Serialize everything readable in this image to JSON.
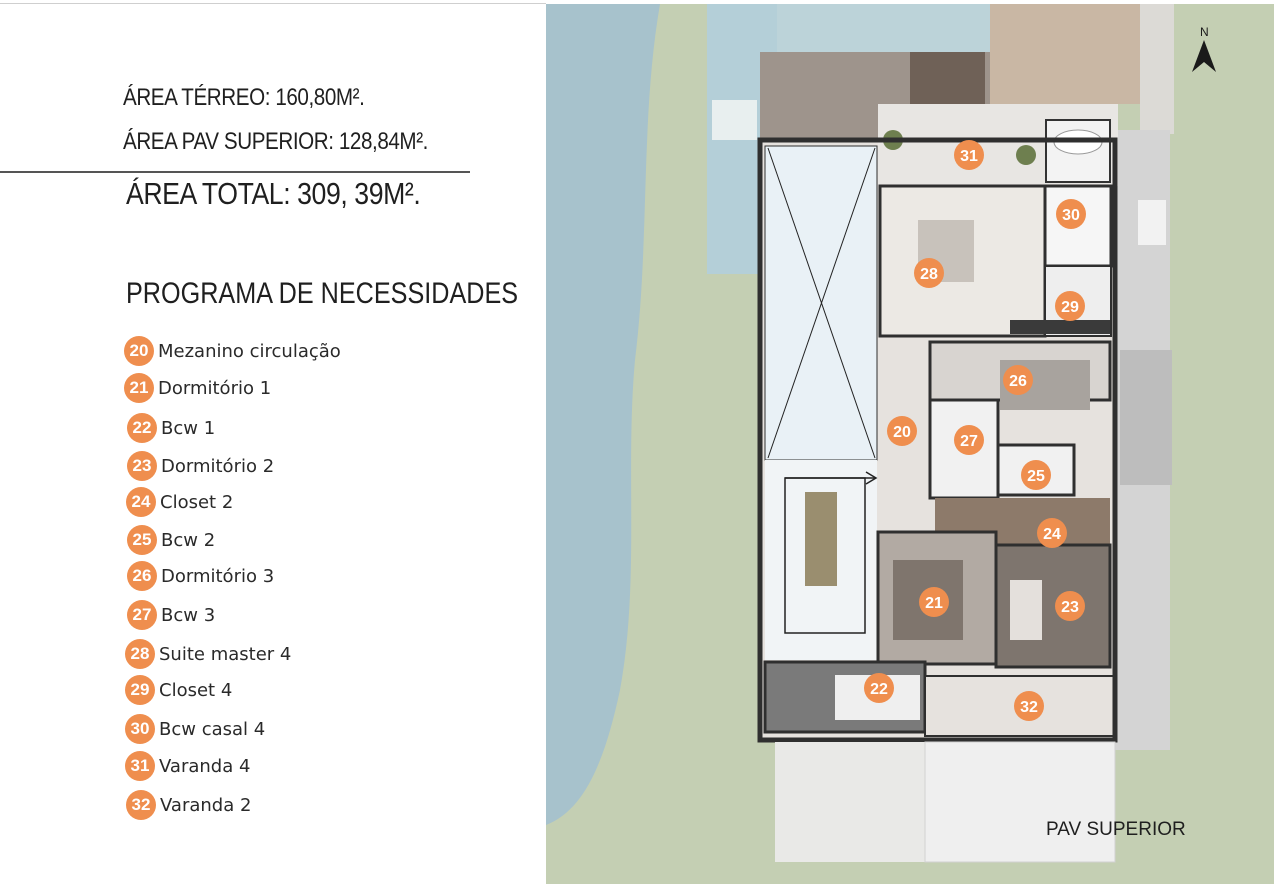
{
  "areas": {
    "terreo": "ÁREA TÉRREO: 160,80M².",
    "superior": "ÁREA PAV SUPERIOR: 128,84M².",
    "total": "ÁREA TOTAL: 309, 39M²."
  },
  "program": {
    "title": "PROGRAMA DE NECESSIDADES",
    "items": [
      {
        "num": "20",
        "label": "Mezanino circulação"
      },
      {
        "num": "21",
        "label": "Dormitório 1"
      },
      {
        "num": "22",
        "label": "Bcw 1"
      },
      {
        "num": "23",
        "label": "Dormitório 2"
      },
      {
        "num": "24",
        "label": "Closet 2"
      },
      {
        "num": "25",
        "label": "Bcw 2"
      },
      {
        "num": "26",
        "label": "Dormitório 3"
      },
      {
        "num": "27",
        "label": "Bcw 3"
      },
      {
        "num": "28",
        "label": "Suite master 4"
      },
      {
        "num": "29",
        "label": "Closet 4"
      },
      {
        "num": "30",
        "label": "Bcw casal 4"
      },
      {
        "num": "31",
        "label": "Varanda 4"
      },
      {
        "num": "32",
        "label": "Varanda 2"
      }
    ]
  },
  "plan": {
    "compass_label": "N",
    "floor_label": "PAV SUPERIOR",
    "badge_numbers": [
      "20",
      "21",
      "22",
      "23",
      "24",
      "25",
      "26",
      "27",
      "28",
      "29",
      "30",
      "31",
      "32"
    ]
  },
  "colors": {
    "accent": "#ef8e4e",
    "water": "#a7c2cc",
    "lawn": "#c4cfb3",
    "wall": "#2f2f2f",
    "floor_light": "#e6e2de",
    "wood": "#8d7a6a"
  }
}
